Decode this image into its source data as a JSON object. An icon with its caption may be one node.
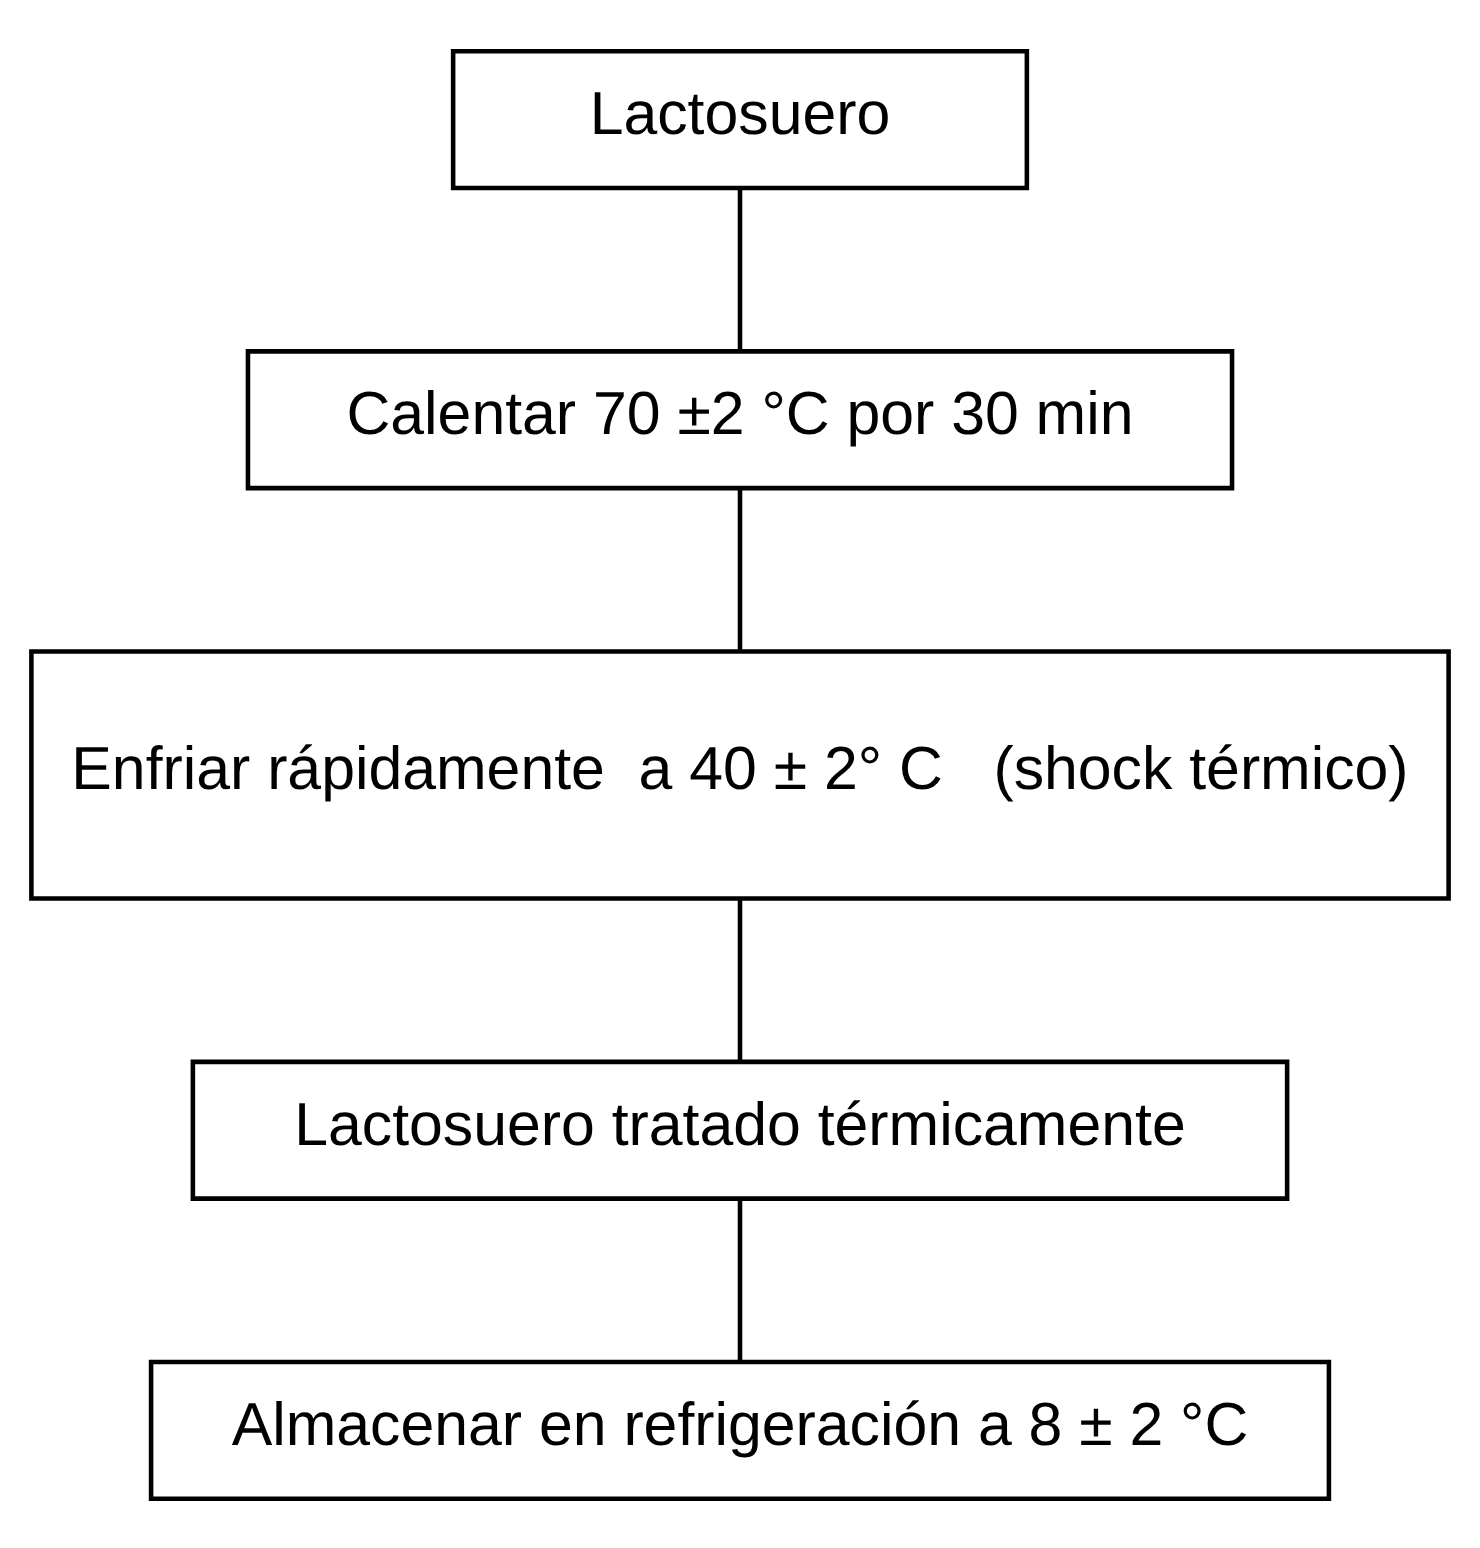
{
  "diagram": {
    "nodes": [
      {
        "text": [
          "Lactosuero"
        ]
      },
      {
        "text": [
          "Calentar 70 ±2 °C por 30 min"
        ]
      },
      {
        "text": [
          "Enfriar rápidamente  a 40 ± 2° C   (shock térmico)"
        ]
      },
      {
        "text": [
          "Lactosuero tratado térmicamente"
        ]
      },
      {
        "text": [
          "Almacenar en refrigeración a 8 ± 2 °C"
        ]
      }
    ],
    "edges": [
      {
        "from": 0,
        "to": 1,
        "arrow": "none"
      },
      {
        "from": 1,
        "to": 2,
        "arrow": "none"
      },
      {
        "from": 2,
        "to": 3,
        "arrow": "none"
      },
      {
        "from": 3,
        "to": 4,
        "arrow": "none"
      }
    ]
  }
}
